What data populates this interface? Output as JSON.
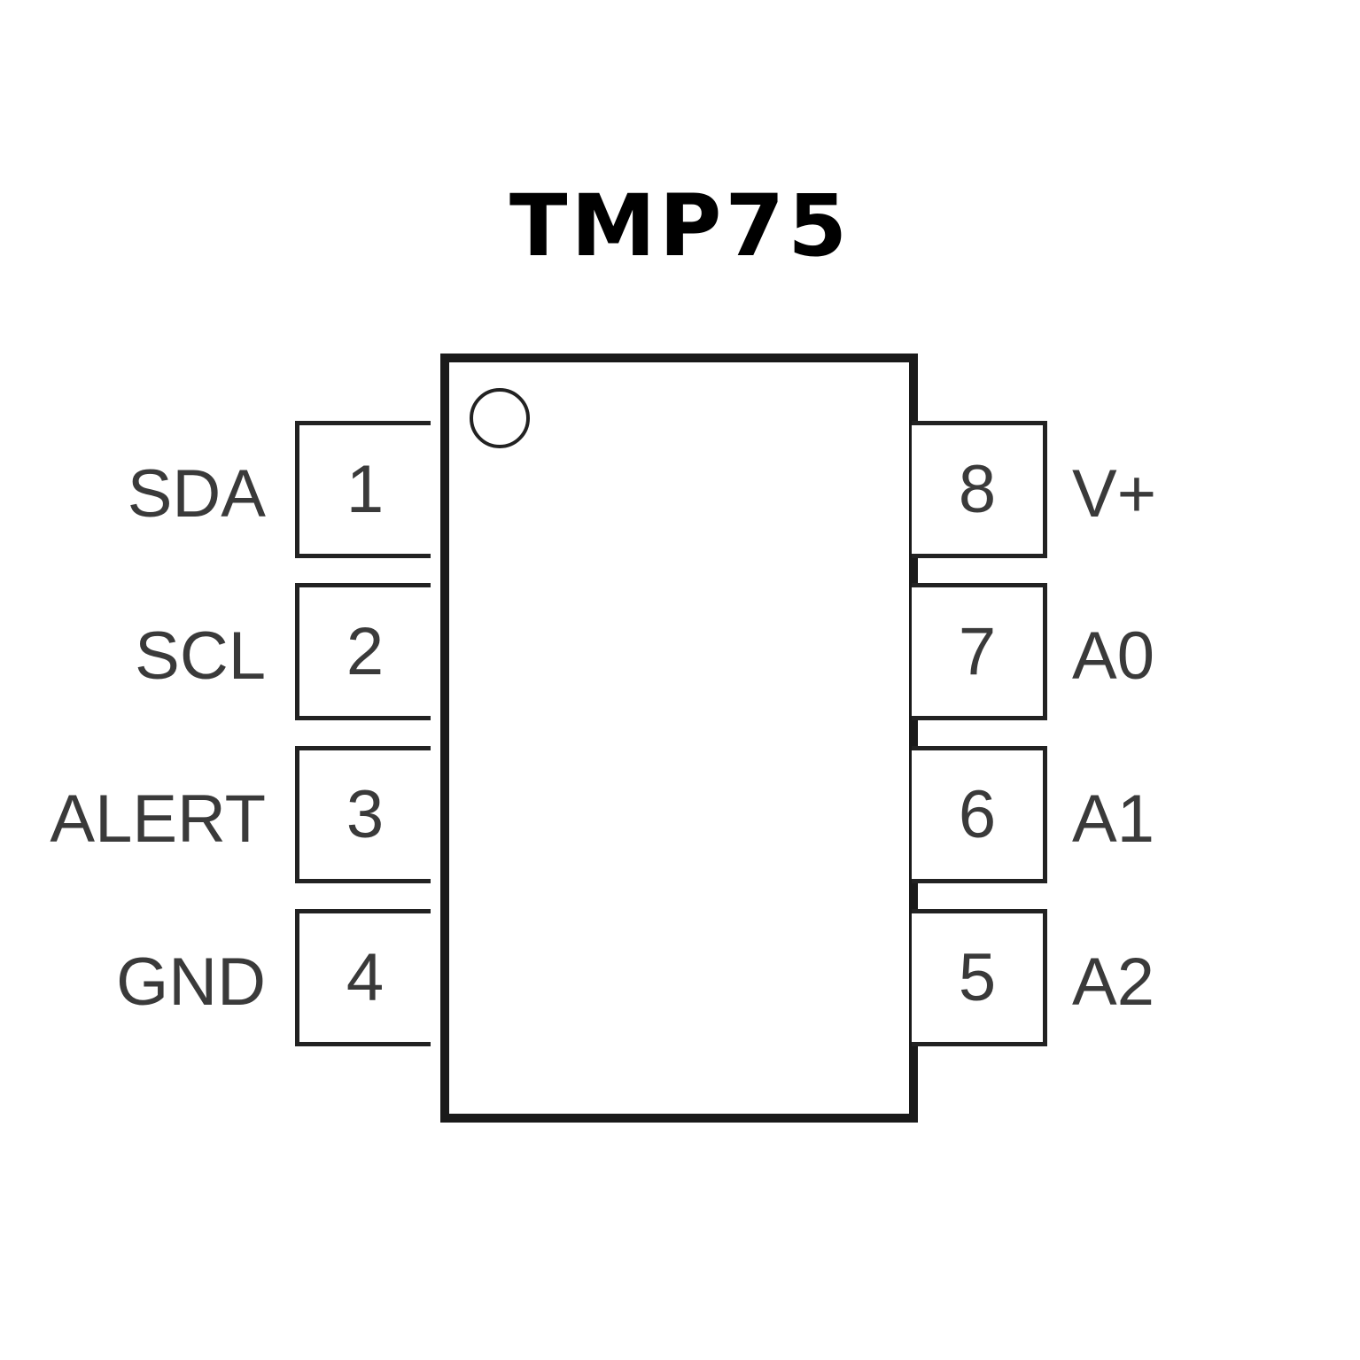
{
  "title": "TMP75",
  "left_pins": [
    {
      "number": "1",
      "label": "SDA"
    },
    {
      "number": "2",
      "label": "SCL"
    },
    {
      "number": "3",
      "label": "ALERT"
    },
    {
      "number": "4",
      "label": "GND"
    }
  ],
  "right_pins": [
    {
      "number": "8",
      "label": "V+"
    },
    {
      "number": "7",
      "label": "A0"
    },
    {
      "number": "6",
      "label": "A1"
    },
    {
      "number": "5",
      "label": "A2"
    }
  ],
  "colors": {
    "outline": "#1a1a1a",
    "text": "#3a3a3a",
    "title": "#000000"
  }
}
